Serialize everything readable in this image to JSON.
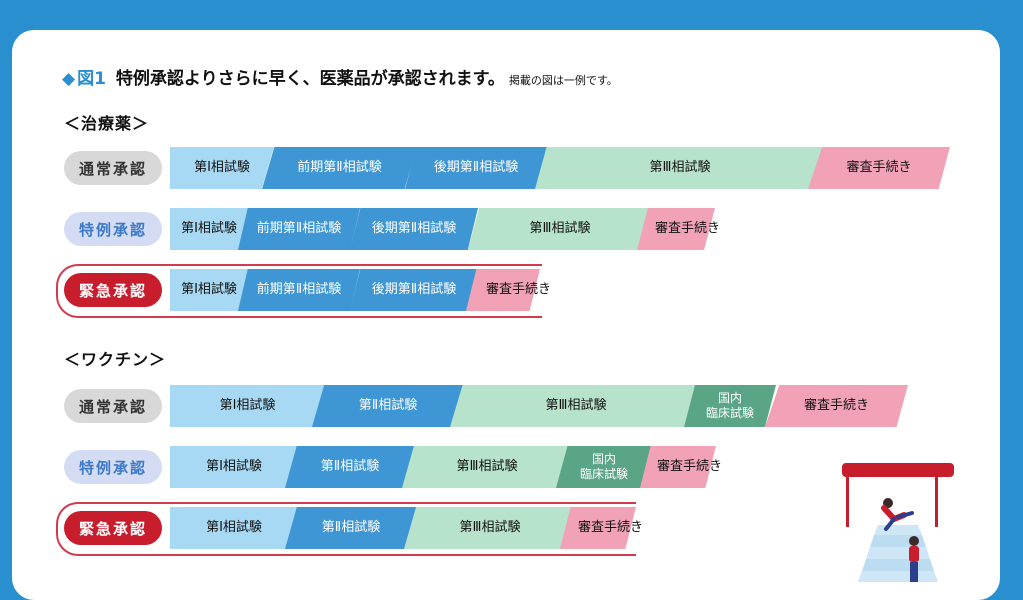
{
  "title": {
    "mark": "◆",
    "figure_label": "図1",
    "text": "特例承認よりさらに早く、医薬品が承認されます。",
    "note": "掲載の図は一例です。"
  },
  "sections": {
    "therapeutics": "＜治療薬＞",
    "vaccines": "＜ワクチン＞"
  },
  "pathways": {
    "normal": "通常承認",
    "special": "特例承認",
    "emergency": "緊急承認"
  },
  "phases": {
    "p1": "第Ⅰ相試験",
    "early_p2": "前期第Ⅱ相試験",
    "late_p2": "後期第Ⅱ相試験",
    "p2": "第Ⅱ相試験",
    "p3": "第Ⅲ相試験",
    "domestic_line1": "国内",
    "domestic_line2": "臨床試験",
    "review": "審査手続き"
  },
  "colors": {
    "phase1": "#a8d9f4",
    "phase2": "#3f96d4",
    "phase3": "#b7e3cc",
    "domestic": "#5aa585",
    "review": "#f2a2b6",
    "emergency": "#c81d2c",
    "special": "#3d79c9",
    "accent": "#2a8fcf"
  }
}
